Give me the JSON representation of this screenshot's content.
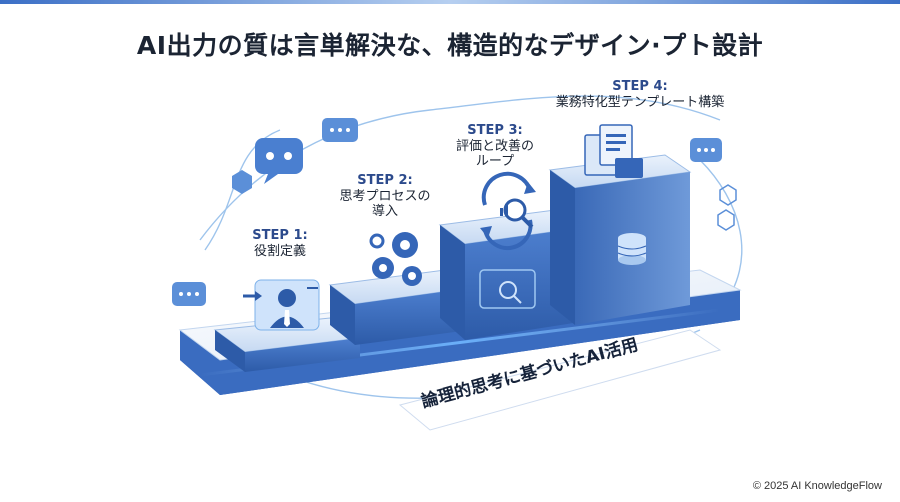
{
  "title": "AI出力の質は言単解決な、構造的なデザイン·プト設計",
  "steps": [
    {
      "step": "STEP 1:",
      "name": "役割定義"
    },
    {
      "step": "STEP 2:",
      "name": "思考プロセスの導入"
    },
    {
      "step": "STEP 3:",
      "name": "評価と改善のループ"
    },
    {
      "step": "STEP 4:",
      "name": "業務特化型テンプレート構築"
    }
  ],
  "steps_display": {
    "s2_line1": "思考プロセスの",
    "s2_line2": "導入",
    "s3_line1": "評価と改善の",
    "s3_line2": "ループ"
  },
  "banner": "論理的思考に基づいたAI活用",
  "footer": "© 2025 AI KnowledgeFlow",
  "colors": {
    "primary": "#2f5fb8",
    "light": "#cfe0f7",
    "accent": "#5aa6e8",
    "dark": "#1b2433"
  },
  "icons": {
    "step1": "person-icon",
    "step2": "gears-icon",
    "step3": "cycle-magnifier-icon",
    "step4": "documents-database-icon",
    "decor": "chat-bubble-icon"
  }
}
